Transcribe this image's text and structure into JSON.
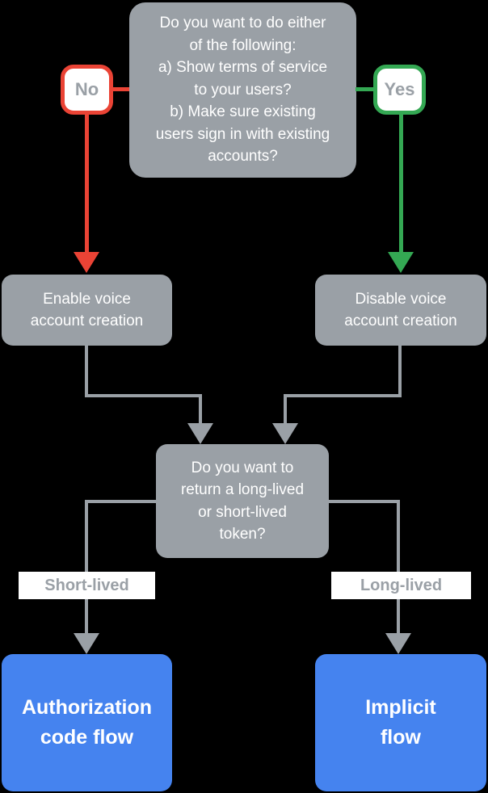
{
  "colors": {
    "gray": "#9AA0A6",
    "red": "#EA4335",
    "green": "#34A853",
    "blue": "#4583EF",
    "label_text": "#9AA0A6",
    "background": "#000000",
    "node_text": "#FFFFFF"
  },
  "flowchart": {
    "root_question": "Do you want to do either\nof the following:\na) Show terms of service\nto your users?\nb) Make sure existing\nusers sign in with existing\naccounts?",
    "no_label": "No",
    "yes_label": "Yes",
    "enable_node": "Enable voice\naccount creation",
    "disable_node": "Disable voice\naccount creation",
    "token_question": "Do you want to\nreturn a long-lived\nor short-lived\ntoken?",
    "short_lived_label": "Short-lived",
    "long_lived_label": "Long-lived",
    "auth_code_node": "Authorization\ncode flow",
    "implicit_node": "Implicit\nflow"
  }
}
